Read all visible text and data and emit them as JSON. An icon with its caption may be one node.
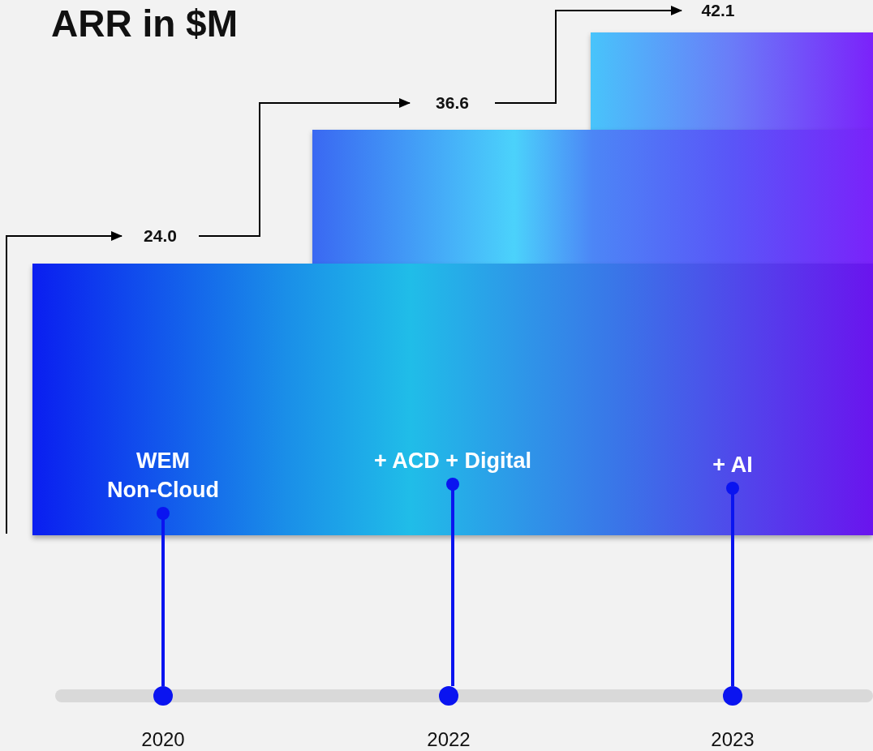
{
  "diagram": {
    "title": "ARR in $M",
    "nodes": [
      {
        "text": [
          "24.0"
        ]
      },
      {
        "text": [
          "36.6"
        ]
      },
      {
        "text": [
          "42.1"
        ]
      },
      {
        "text": [],
        "shape": "bar"
      },
      {
        "text": [],
        "shape": "bar"
      },
      {
        "text": [],
        "shape": "bar"
      },
      {
        "text": [
          "WEM Non-Cloud"
        ],
        "in": 5
      },
      {
        "text": [
          "+ ACD + Digital"
        ],
        "in": 5
      },
      {
        "text": [
          "+ AI"
        ],
        "in": 5
      },
      {
        "text": [],
        "shape": "circle",
        "beside": [
          "2020"
        ]
      },
      {
        "text": [],
        "shape": "circle",
        "beside": [
          "2022"
        ]
      },
      {
        "text": [],
        "shape": "circle",
        "beside": [
          "2023"
        ]
      }
    ],
    "edges": [
      {
        "from": null,
        "to": 0,
        "arrow": "to"
      },
      {
        "from": 0,
        "to": 1,
        "arrow": "to"
      },
      {
        "from": 1,
        "to": 2,
        "arrow": "to"
      },
      {
        "from": 6,
        "to": 9,
        "arrow": "other",
        "color": "#0a14f0",
        "style": "thick"
      },
      {
        "from": 7,
        "to": 10,
        "arrow": "other",
        "color": "#0a14f0",
        "style": "thick"
      },
      {
        "from": 8,
        "to": 11,
        "arrow": "other",
        "color": "#0a14f0",
        "style": "thick"
      }
    ]
  }
}
